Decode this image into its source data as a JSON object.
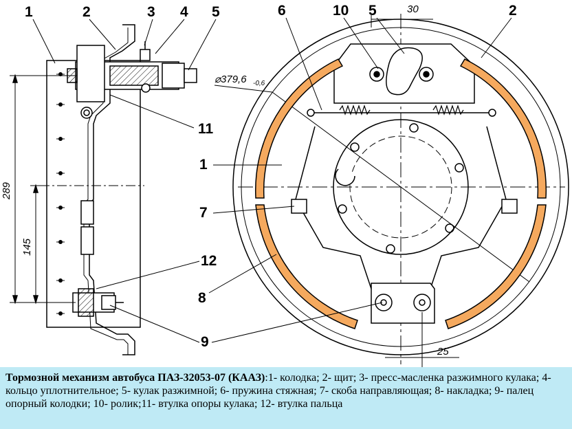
{
  "callouts": {
    "left": [
      "1",
      "2",
      "3",
      "4",
      "5",
      "11",
      "12",
      "9"
    ],
    "right": [
      "6",
      "10",
      "5",
      "2",
      "1",
      "7",
      "8"
    ]
  },
  "dimensions": {
    "d289": "289",
    "d145": "145",
    "d30": "30",
    "d25": "25",
    "diameter": "⌀379,6",
    "tolerance": "-0,6"
  },
  "caption": {
    "title": "Тормозной механизм автобуса ПАЗ-32053-07 (КААЗ)",
    "text": ":1- колодка; 2- щит; 3- пресс-масленка разжимного кулака; 4- кольцо уплотнительное; 5- кулак разжимной; 6- пружина стяжная; 7- скоба направляющая; 8- накладка; 9- палец опорный колодки; 10- ролик;11- втулка опоры кулака; 12- втулка пальца"
  },
  "colors": {
    "lining": "#f5a95e",
    "caption_bg": "#bfeaf5"
  }
}
